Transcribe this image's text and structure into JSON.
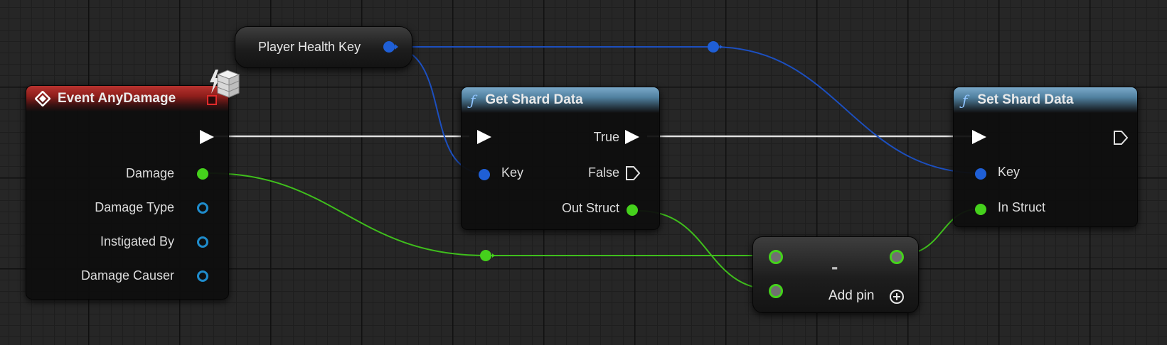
{
  "graph": {
    "variable_node": {
      "label": "Player Health Key"
    },
    "event_node": {
      "title": "Event AnyDamage",
      "pins": [
        "Damage",
        "Damage Type",
        "Instigated By",
        "Damage Causer"
      ]
    },
    "get_node": {
      "title": "Get Shard Data",
      "inputs": {
        "key": "Key"
      },
      "outputs": {
        "true": "True",
        "false": "False",
        "out_struct": "Out Struct"
      }
    },
    "set_node": {
      "title": "Set Shard Data",
      "inputs": {
        "key": "Key",
        "in_struct": "In Struct"
      }
    },
    "operator_node": {
      "symbol": "-",
      "add_pin": "Add pin"
    }
  },
  "colors": {
    "exec_wire": "#e8e8e8",
    "struct_wire": "#1c4fbf",
    "float_wire": "#3fbf1c",
    "object_pin": "#1f8ccc"
  },
  "icons": [
    "event-diamond-icon",
    "function-f-icon",
    "lightning-icon",
    "server-stack-icon",
    "add-pin-icon"
  ]
}
